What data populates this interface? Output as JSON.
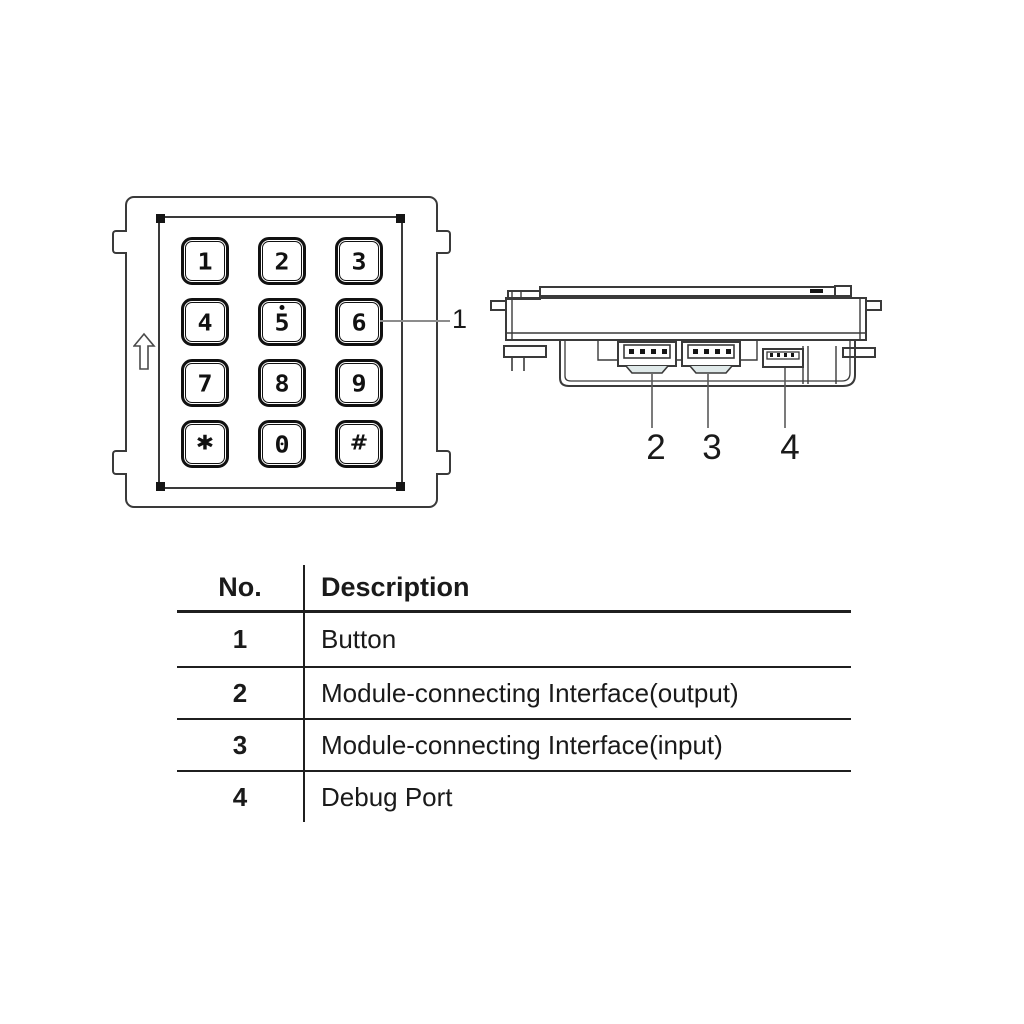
{
  "keypad": {
    "keys": [
      "1",
      "2",
      "3",
      "4",
      "5",
      "6",
      "7",
      "8",
      "9",
      "✱",
      "0",
      "#"
    ],
    "tactile_dot_key": "5"
  },
  "callouts": {
    "button": "1",
    "output": "2",
    "input": "3",
    "debug": "4"
  },
  "table": {
    "headers": [
      "No.",
      "Description"
    ],
    "rows": [
      [
        "1",
        "Button"
      ],
      [
        "2",
        "Module-connecting Interface(output)"
      ],
      [
        "3",
        "Module-connecting Interface(input)"
      ],
      [
        "4",
        "Debug Port"
      ]
    ]
  },
  "colors": {
    "line": "#3a3a3a",
    "button_border": "#111111",
    "text": "#1a1a1a",
    "callout_line": "#8c8c8c"
  }
}
